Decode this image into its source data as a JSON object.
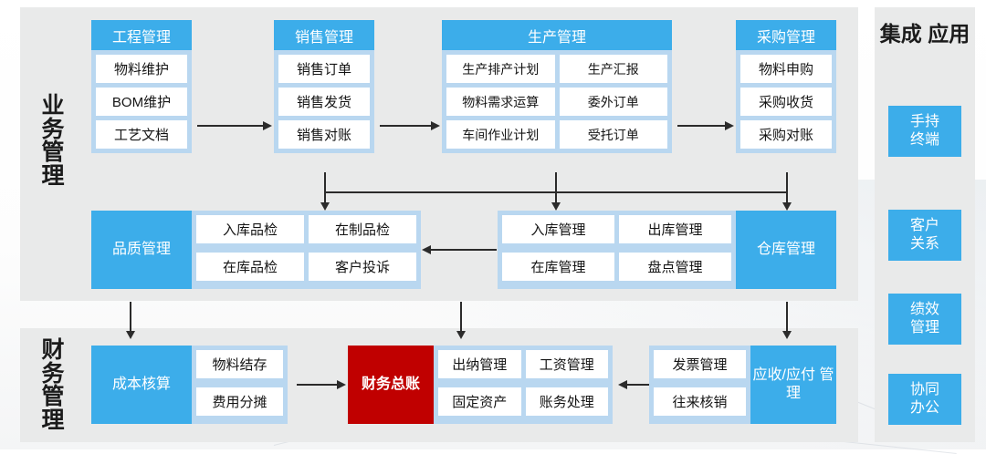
{
  "sections": {
    "business": {
      "label": "业务管理",
      "label_chars": [
        "业",
        "务",
        "管",
        "理"
      ]
    },
    "finance": {
      "label": "财务管理",
      "label_chars": [
        "财",
        "务",
        "管",
        "理"
      ]
    }
  },
  "modules": {
    "engineering": {
      "title": "工程管理",
      "items": [
        "物料维护",
        "BOM维护",
        "工艺文档"
      ]
    },
    "sales": {
      "title": "销售管理",
      "items": [
        "销售订单",
        "销售发货",
        "销售对账"
      ]
    },
    "production": {
      "title": "生产管理",
      "items": [
        "生产排产计划",
        "生产汇报",
        "物料需求运算",
        "委外订单",
        "车间作业计划",
        "受托订单"
      ]
    },
    "purchase": {
      "title": "采购管理",
      "items": [
        "物料申购",
        "采购收货",
        "采购对账"
      ]
    },
    "quality": {
      "title": "品质管理",
      "items": [
        "入库品检",
        "在制品检",
        "在库品检",
        "客户投诉"
      ]
    },
    "warehouse": {
      "title": "仓库管理",
      "items": [
        "入库管理",
        "出库管理",
        "在库管理",
        "盘点管理"
      ]
    },
    "cost": {
      "title": "成本核算",
      "items": [
        "物料结存",
        "费用分摊"
      ]
    },
    "ledger": {
      "title": "财务总账",
      "items": [
        "出纳管理",
        "工资管理",
        "固定资产",
        "账务处理"
      ]
    },
    "receivable": {
      "title": "应收/应付管理",
      "title_lines": [
        "应收/应付",
        "管理"
      ],
      "items": [
        "发票管理",
        "往来核销"
      ]
    }
  },
  "sidebar": {
    "title": "集成应用",
    "title_lines": [
      "集成",
      "应用"
    ],
    "items": [
      {
        "name": "handheld-terminal",
        "lines": [
          "手持",
          "终端"
        ],
        "label": "手持终端"
      },
      {
        "name": "customer-relations",
        "lines": [
          "客户",
          "关系"
        ],
        "label": "客户关系"
      },
      {
        "name": "performance-management",
        "lines": [
          "绩效",
          "管理"
        ],
        "label": "绩效管理"
      },
      {
        "name": "collaborative-office",
        "lines": [
          "协同",
          "办公"
        ],
        "label": "协同办公"
      }
    ]
  },
  "colors": {
    "accent_blue": "#3cadea",
    "module_body_blue": "#b9d7f0",
    "panel_gray": "#e9eaea",
    "ledger_red": "#c00000",
    "connector": "#2b2b2b",
    "cell_white": "#ffffff"
  }
}
